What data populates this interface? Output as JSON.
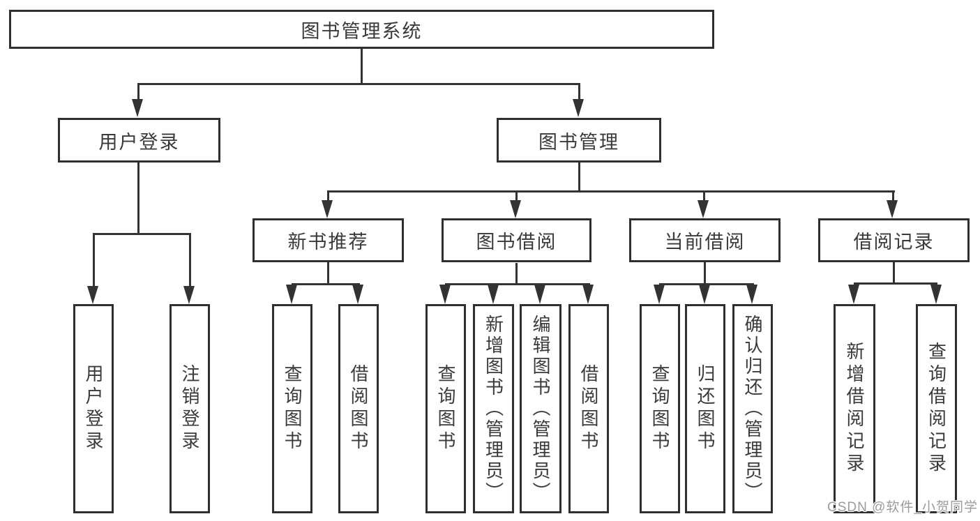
{
  "diagram": {
    "root": "图书管理系统",
    "level2": {
      "login": "用户登录",
      "manage": "图书管理"
    },
    "level3": [
      "新书推荐",
      "图书借阅",
      "当前借阅",
      "借阅记录"
    ],
    "leaves": [
      "用户登录",
      "注销登录",
      "查询图书",
      "借阅图书",
      "查询图书",
      "新增图书（管理员）",
      "编辑图书（管理员）",
      "借阅图书",
      "查询图书",
      "归还图书",
      "确认归还（管理员）",
      "新增借阅记录",
      "查询借阅记录"
    ]
  },
  "watermark": "CSDN @软件_小贺同学",
  "colors": {
    "background": "#ffffff",
    "line": "#333333",
    "box_border": "#2f2f2f",
    "text": "#3a3a3a",
    "watermark": "#9b9b9b"
  }
}
